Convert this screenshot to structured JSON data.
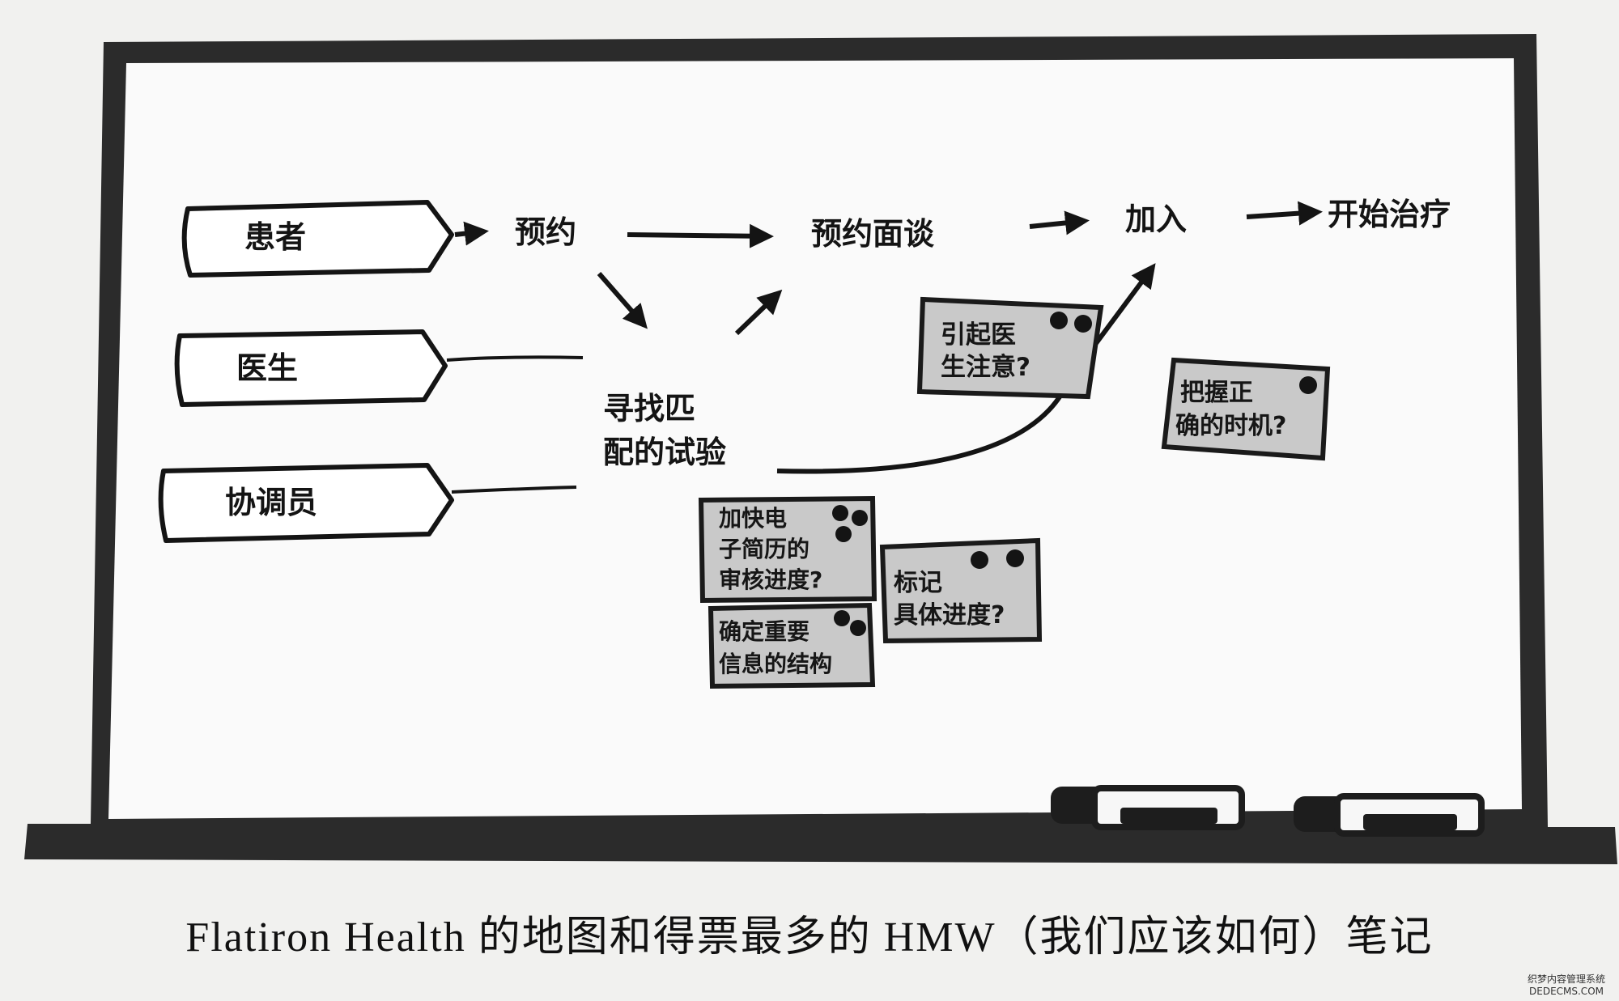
{
  "roles": [
    "患者",
    "医生",
    "协调员"
  ],
  "flow_steps": [
    "预约",
    "预约面谈",
    "加入",
    "开始治疗"
  ],
  "branch_step_lines": [
    "寻找匹",
    "配的试验"
  ],
  "notes": [
    {
      "lines": [
        "引起医",
        "生注意?"
      ],
      "dots": 2
    },
    {
      "lines": [
        "把握正",
        "确的时机?"
      ],
      "dots": 1
    },
    {
      "lines": [
        "加快电",
        "子简历的",
        "审核进度?"
      ],
      "dots": 3
    },
    {
      "lines": [
        "标记",
        "具体进度?"
      ],
      "dots": 2
    },
    {
      "lines": [
        "确定重要",
        "信息的结构"
      ],
      "dots": 2
    }
  ],
  "caption": "Flatiron Health 的地图和得票最多的 HMW（我们应该如何）笔记",
  "watermark": [
    "织梦内容管理系统",
    "DEDECMS.COM"
  ],
  "colors": {
    "board_frame": "#2b2b2b",
    "board_surface": "#fafafa",
    "note_fill": "#c9c9c9",
    "ink": "#141414"
  }
}
